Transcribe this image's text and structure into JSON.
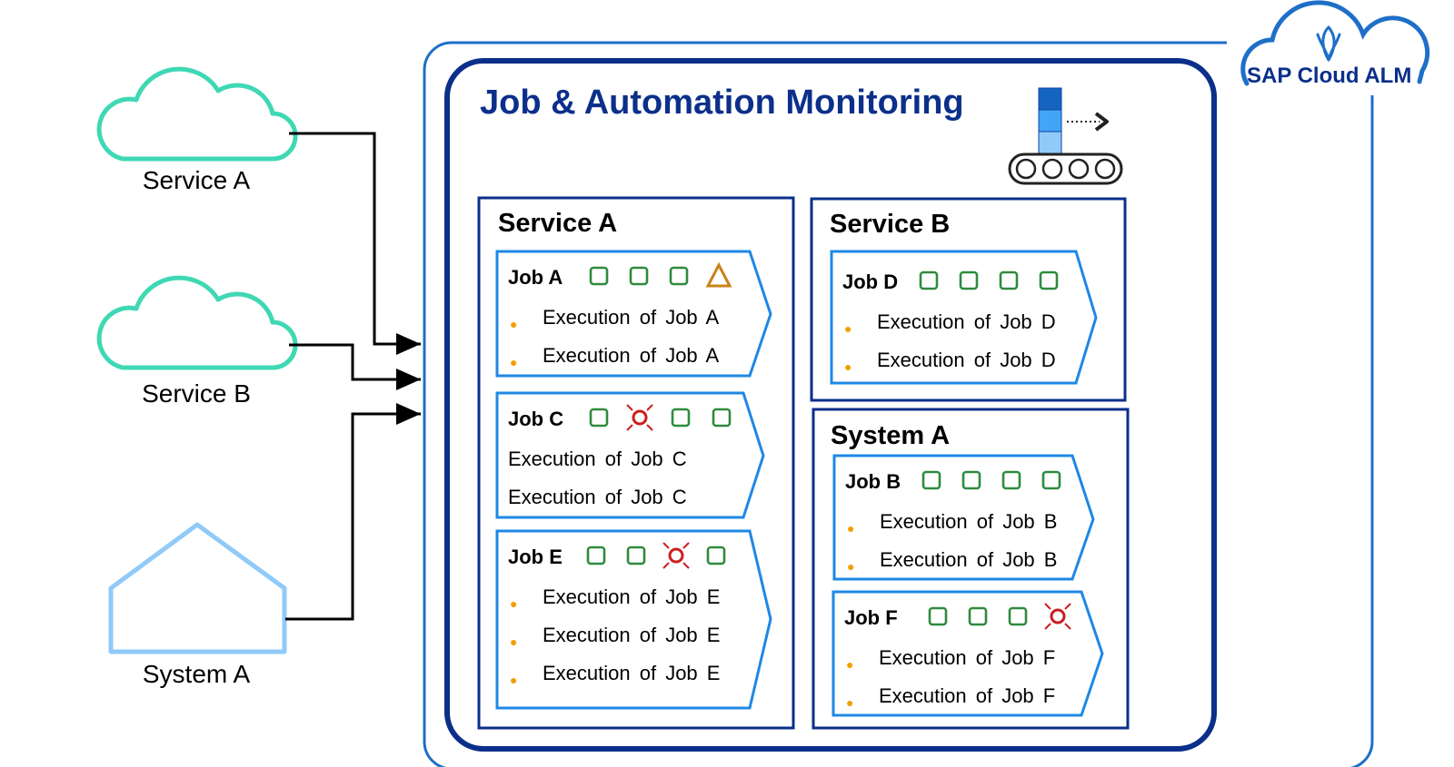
{
  "sources": [
    {
      "label": "Service A",
      "kind": "cloud"
    },
    {
      "label": "Service B",
      "kind": "cloud"
    },
    {
      "label": "System A",
      "kind": "system"
    }
  ],
  "brand": {
    "name": "SAP Cloud ALM"
  },
  "app": {
    "title": "Job & Automation  Monitoring"
  },
  "colors": {
    "ok": "#2e8b3e",
    "warning": "#c98318",
    "error": "#cc1e1e",
    "frame": "#0b2f8a",
    "job_border": "#1e88e5",
    "cloud": "#3fd8b4",
    "system": "#90caf9"
  },
  "panels": [
    {
      "title": "Service A",
      "jobs": [
        {
          "name": "Job A",
          "statuses": [
            "ok",
            "ok",
            "ok",
            "warning"
          ],
          "executions": [
            "Execution of Job A",
            "Execution of Job A"
          ],
          "bullets": true
        },
        {
          "name": "Job C",
          "statuses": [
            "ok",
            "error",
            "ok",
            "ok"
          ],
          "executions": [
            "Execution of Job C",
            "Execution of Job C"
          ],
          "bullets": false
        },
        {
          "name": "Job E",
          "statuses": [
            "ok",
            "ok",
            "error",
            "ok"
          ],
          "executions": [
            "Execution of Job E",
            "Execution of Job E",
            "Execution of Job E"
          ],
          "bullets": true
        }
      ]
    },
    {
      "title": "Service B",
      "jobs": [
        {
          "name": "Job D",
          "statuses": [
            "ok",
            "ok",
            "ok",
            "ok"
          ],
          "executions": [
            "Execution of Job D",
            "Execution of Job D"
          ],
          "bullets": true
        }
      ]
    },
    {
      "title": "System A",
      "jobs": [
        {
          "name": "Job B",
          "statuses": [
            "ok",
            "ok",
            "ok",
            "ok"
          ],
          "executions": [
            "Execution of Job B",
            "Execution of Job B"
          ],
          "bullets": true
        },
        {
          "name": "Job F",
          "statuses": [
            "ok",
            "ok",
            "ok",
            "error"
          ],
          "executions": [
            "Execution of Job F",
            "Execution of Job F"
          ],
          "bullets": true
        }
      ]
    }
  ]
}
